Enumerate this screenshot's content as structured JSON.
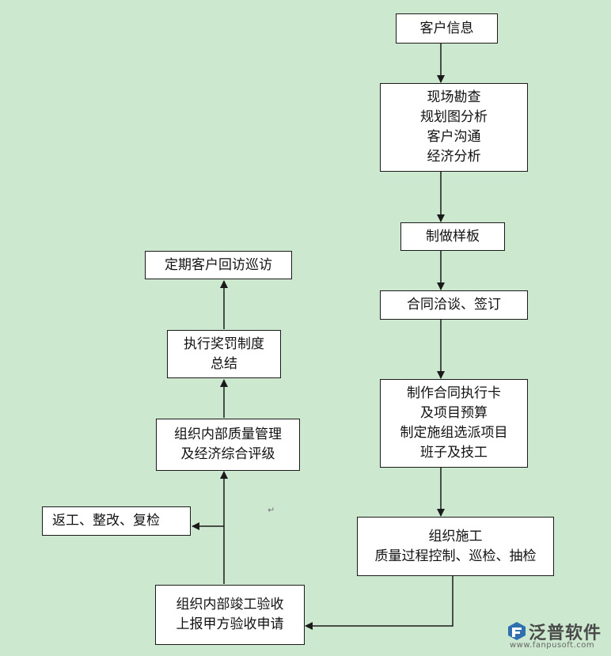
{
  "flow": {
    "customer_info": [
      "客户信息"
    ],
    "survey": [
      "现场勘查",
      "规划图分析",
      "客户沟通",
      "经济分析"
    ],
    "sample": [
      "制做样板"
    ],
    "contract": [
      "合同洽谈、签订"
    ],
    "execution_card": [
      "制作合同执行卡",
      "及项目预算",
      "制定施组选派项目",
      "班子及技工"
    ],
    "construction": [
      "组织施工",
      "质量过程控制、巡检、抽检"
    ],
    "acceptance": [
      "组织内部竣工验收",
      "上报甲方验收申请"
    ],
    "rework": [
      "返工、整改、复检"
    ],
    "quality_eval": [
      "组织内部质量管理",
      "及经济综合评级"
    ],
    "reward": [
      "执行奖罚制度",
      "总结"
    ],
    "revisit": [
      "定期客户回访巡访"
    ]
  },
  "marks": {
    "return_symbol": "↵"
  },
  "logo": {
    "name": "泛普软件",
    "url": "www.fanpusoft.com"
  },
  "colors": {
    "background": "#cce8cf",
    "box": "#ffffff",
    "line": "#1a1a1a",
    "logo_blue": "#2f6fb0"
  }
}
